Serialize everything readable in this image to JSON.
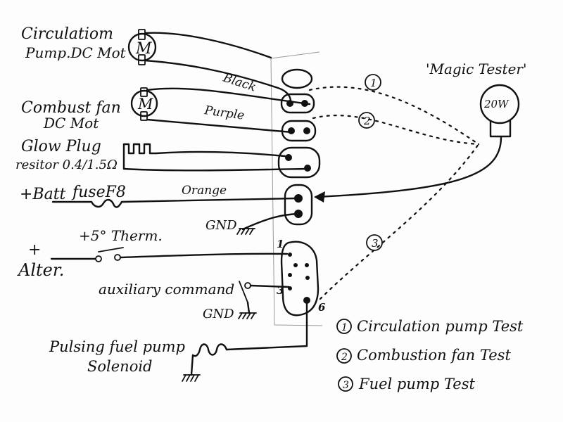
{
  "title": "'Magic Tester'",
  "tester_rating": "20W",
  "components": {
    "circulation_pump": [
      "Circulatiom",
      "Pump.DC Mot"
    ],
    "combustion_fan": [
      "Combust fan",
      "DC Mot"
    ],
    "glow_plug": [
      "Glow Plug",
      "resitor 0.4/1.5Ω"
    ],
    "battery": "+Batt",
    "fuse": "fuseF8",
    "thermostat": "+5° Therm.",
    "alternator_plus": "+",
    "alternator": "Alter.",
    "aux_command": "auxiliary command",
    "fuel_solenoid": [
      "Pulsing fuel pump",
      "Solenoid"
    ],
    "motor_symbol": "M"
  },
  "wire_labels": {
    "black": "Black",
    "purple": "Purple",
    "orange": "Orange",
    "gnd_top": "GND",
    "gnd_aux": "GND"
  },
  "pin_labels": {
    "pin1": "1",
    "pin3": "3",
    "pin6": "6"
  },
  "test_markers": [
    "1",
    "2",
    "3"
  ],
  "legend": [
    {
      "num": "1",
      "text": "Circulation pump Test"
    },
    {
      "num": "2",
      "text": "Combustion fan Test"
    },
    {
      "num": "3",
      "text": "Fuel pump Test"
    }
  ]
}
